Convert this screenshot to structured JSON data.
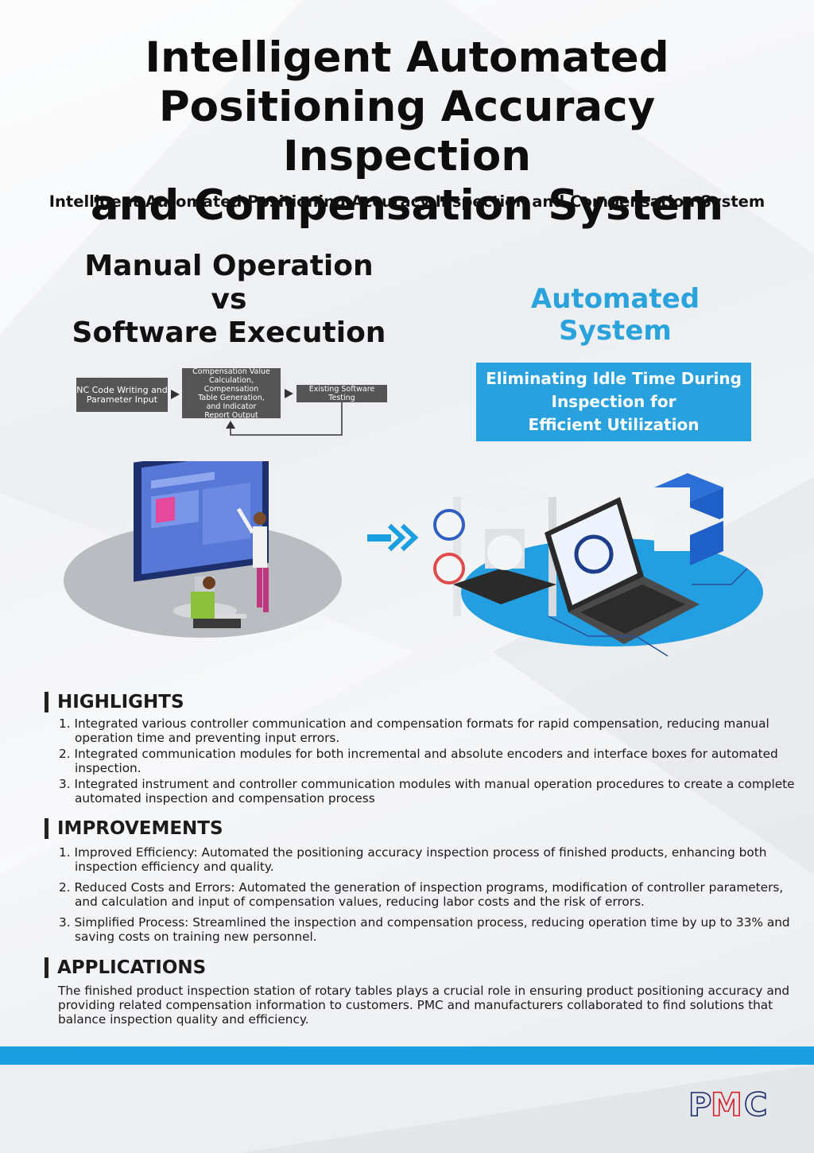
{
  "title": {
    "line1": "Intelligent Automated",
    "line2": "Positioning Accuracy Inspection",
    "line3": "and Compensation System"
  },
  "subtitle": "Intelligent Automated Positioning Accuracy Inspection and Compensation System",
  "manual": {
    "line1": "Manual Operation",
    "line2": "vs",
    "line3": "Software Execution"
  },
  "flow": {
    "step1": {
      "line1": "NC Code Writing and",
      "line2": "Parameter Input"
    },
    "step2": {
      "line1": "Compensation Value",
      "line2": "Calculation, Compensation",
      "line3": "Table Generation,",
      "line4": "and Indicator",
      "line5": "Report Output"
    },
    "step3": "Existing Software Testing"
  },
  "automated": {
    "title": "Automated System",
    "box": {
      "line1": "Eliminating Idle Time During",
      "line2": "Inspection for",
      "line3": "Efficient Utilization"
    }
  },
  "highlights": {
    "heading": "HIGHLIGHTS",
    "items": [
      "1. Integrated various controller communication and compensation formats for rapid compensation, reducing manual operation time and preventing input errors.",
      "2. Integrated communication modules for both incremental and absolute encoders and interface boxes for automated inspection.",
      "3. Integrated instrument and controller communication modules with manual operation procedures to create a complete automated inspection and compensation process"
    ]
  },
  "improvements": {
    "heading": "IMPROVEMENTS",
    "items": [
      "1. Improved Efficiency: Automated the positioning accuracy inspection process of finished products, enhancing both inspection efficiency and quality.",
      "2. Reduced Costs and Errors: Automated the generation of inspection programs, modification of controller parameters, and calculation and input of compensation values, reducing labor costs and the risk of errors.",
      "3. Simplified Process: Streamlined the inspection and compensation process, reducing operation time by up to 33% and saving costs on training new personnel."
    ]
  },
  "applications": {
    "heading": "APPLICATIONS",
    "text": "The finished product inspection station of rotary tables plays a crucial role in ensuring product positioning accuracy and providing related compensation information to customers. PMC and manufacturers collaborated to find solutions that balance inspection quality and efficiency."
  },
  "logo": {
    "text": "PMC"
  },
  "colors": {
    "accent": "#29a1de",
    "bar": "#1c9fe0",
    "flow_box": "#555555",
    "logo_red": "#d6202a",
    "logo_navy": "#1b2a6b"
  }
}
